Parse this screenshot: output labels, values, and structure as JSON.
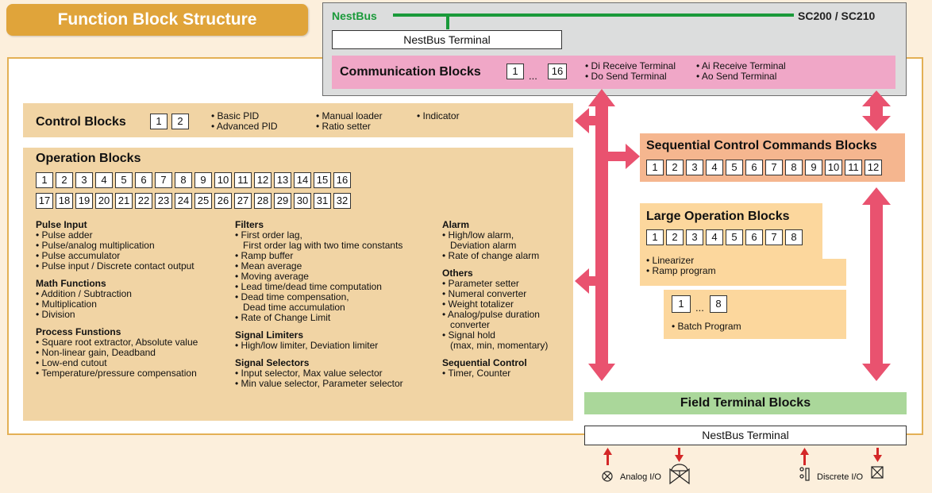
{
  "title": "Function Block Structure",
  "controller": {
    "bus_label": "NestBus",
    "model_label": "SC200 / SC210",
    "terminal_label": "NestBus Terminal"
  },
  "communication": {
    "title": "Communication Blocks",
    "first": "1",
    "ellipsis": "...",
    "last": "16",
    "col1": [
      "• Di Receive Terminal",
      "• Do Send Terminal"
    ],
    "col2": [
      "• Ai Receive Terminal",
      "• Ao Send Terminal"
    ]
  },
  "control": {
    "title": "Control Blocks",
    "boxes": [
      "1",
      "2"
    ],
    "col1": [
      "• Basic PID",
      "• Advanced PID"
    ],
    "col2": [
      "• Manual loader",
      "• Ratio setter"
    ],
    "col3": [
      "• Indicator"
    ]
  },
  "operation": {
    "title": "Operation Blocks",
    "row1": [
      "1",
      "2",
      "3",
      "4",
      "5",
      "6",
      "7",
      "8",
      "9",
      "10",
      "11",
      "12",
      "13",
      "14",
      "15",
      "16"
    ],
    "row2": [
      "17",
      "18",
      "19",
      "20",
      "21",
      "22",
      "23",
      "24",
      "25",
      "26",
      "27",
      "28",
      "29",
      "30",
      "31",
      "32"
    ],
    "col1": [
      {
        "h": "Pulse Input",
        "items": [
          "• Pulse adder",
          "• Pulse/analog multiplication",
          "• Pulse accumulator",
          "• Pulse input / Discrete contact output"
        ]
      },
      {
        "h": "Math Functions",
        "items": [
          "• Addition / Subtraction",
          "• Multiplication",
          "• Division"
        ]
      },
      {
        "h": "Process Funstions",
        "items": [
          "• Square root extractor, Absolute value",
          "• Non-linear gain, Deadband",
          "• Low-end cutout",
          "• Temperature/pressure compensation"
        ]
      }
    ],
    "col2": [
      {
        "h": "Filters",
        "items": [
          "• First order lag,",
          "   First order lag with two time constants",
          "• Ramp buffer",
          "• Mean average",
          "• Moving average",
          "• Lead time/dead time computation",
          "• Dead time compensation,",
          "   Dead time accumulation",
          "• Rate of Change Limit"
        ]
      },
      {
        "h": "Signal Limiters",
        "items": [
          "• High/low limiter, Deviation limiter"
        ]
      },
      {
        "h": "Signal Selectors",
        "items": [
          "• Input selector, Max value selector",
          "• Min value selector, Parameter selector"
        ]
      }
    ],
    "col3": [
      {
        "h": "Alarm",
        "items": [
          "• High/low alarm,",
          "   Deviation alarm",
          "• Rate of change alarm"
        ]
      },
      {
        "h": "Others",
        "items": [
          "• Parameter setter",
          "• Numeral converter",
          "• Weight totalizer",
          "• Analog/pulse duration",
          "   converter",
          "• Signal hold",
          "   (max, min, momentary)"
        ]
      },
      {
        "h": "Sequential Control",
        "items": [
          "• Timer, Counter"
        ]
      }
    ]
  },
  "sequential": {
    "title": "Sequential Control Commands Blocks",
    "boxes": [
      "1",
      "2",
      "3",
      "4",
      "5",
      "6",
      "7",
      "8",
      "9",
      "10",
      "11",
      "12"
    ]
  },
  "large": {
    "title": "Large Operation Blocks",
    "boxes": [
      "1",
      "2",
      "3",
      "4",
      "5",
      "6",
      "7",
      "8"
    ],
    "items": [
      "• Linearizer",
      "• Ramp program"
    ]
  },
  "batch": {
    "first": "1",
    "ellipsis": "...",
    "last": "8",
    "label": "• Batch Program"
  },
  "field": {
    "title": "Field Terminal Blocks",
    "terminal_label": "NestBus Terminal"
  },
  "io": {
    "analog": "Analog I/O",
    "discrete": "Discrete I/O"
  },
  "colors": {
    "arrow": "#e9526f",
    "bus_green": "#1a9a3a",
    "title_orange": "#e0a43a"
  }
}
